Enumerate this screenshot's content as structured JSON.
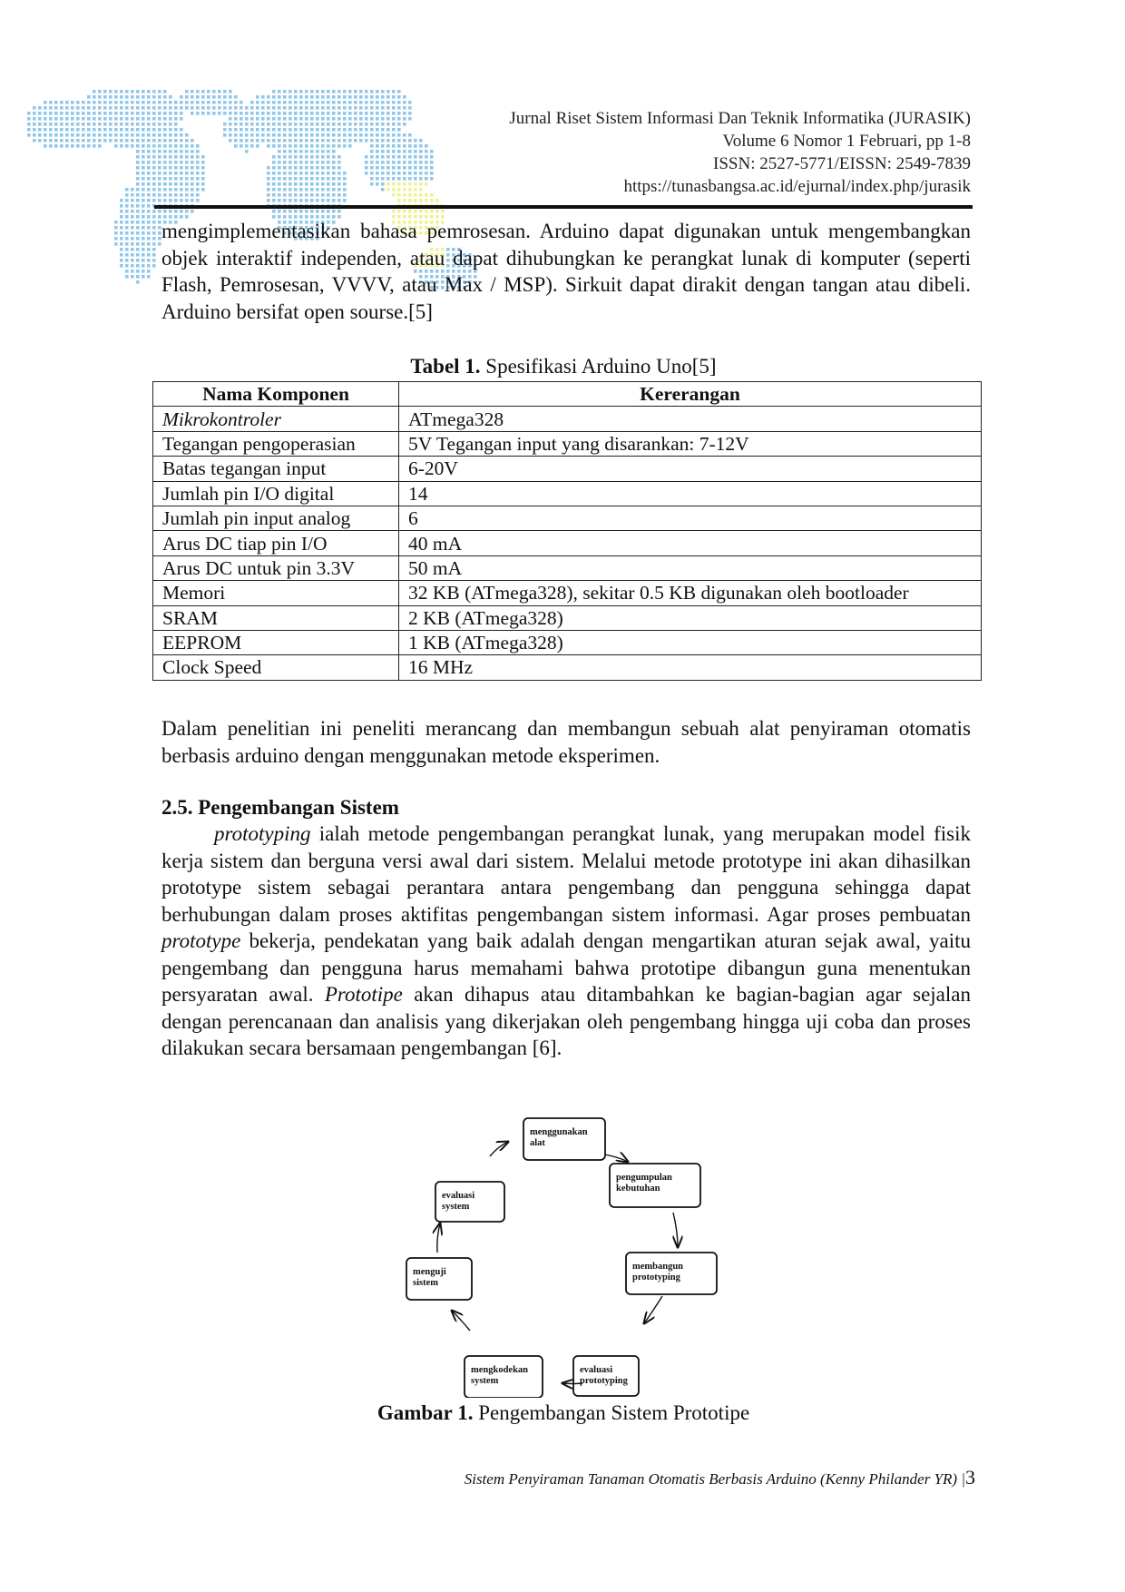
{
  "header": {
    "journal": "Jurnal Riset Sistem Informasi Dan Teknik Informatika (JURASIK)",
    "volume": "Volume 6 Nomor 1 Februari, pp 1-8",
    "issn": "ISSN: 2527-5771/EISSN: 2549-7839",
    "url": "https://tunasbangsa.ac.id/ejurnal/index.php/jurasik"
  },
  "intro_paragraph": "mengimplementasikan bahasa pemrosesan. Arduino dapat digunakan untuk mengembangkan objek interaktif independen, atau dapat dihubungkan ke perangkat lunak di komputer (seperti Flash, Pemrosesan, VVVV, atau Max / MSP). Sirkuit dapat dirakit dengan tangan atau dibeli. Arduino bersifat open sourse.[5]",
  "table": {
    "caption_label": "Tabel 1.",
    "caption_text": " Spesifikasi Arduino Uno[5]",
    "headers": [
      "Nama Komponen",
      "Kererangan"
    ],
    "rows": [
      [
        "Mikrokontroler",
        "ATmega328"
      ],
      [
        "Tegangan pengoperasian",
        "5V Tegangan input yang disarankan: 7-12V"
      ],
      [
        "Batas tegangan input",
        "6-20V"
      ],
      [
        "Jumlah pin I/O digital",
        "14"
      ],
      [
        "Jumlah pin input analog",
        "6"
      ],
      [
        "Arus DC tiap pin I/O",
        "40 mA"
      ],
      [
        "Arus DC untuk pin 3.3V",
        "50 mA"
      ],
      [
        "Memori",
        "32 KB (ATmega328), sekitar 0.5 KB digunakan oleh bootloader"
      ],
      [
        "SRAM",
        "2 KB (ATmega328)"
      ],
      [
        "EEPROM",
        "1 KB (ATmega328)"
      ],
      [
        "Clock Speed",
        "16 MHz"
      ]
    ]
  },
  "paragraph_2": "Dalam penelitian ini peneliti merancang dan membangun sebuah alat penyiraman otomatis berbasis arduino dengan menggunakan metode eksperimen.",
  "section_heading": "2.5. Pengembangan Sistem",
  "paragraph_3": {
    "s1_em": "prototyping",
    "s1": " ialah metode pengembangan perangkat lunak, yang merupakan model fisik kerja sistem dan berguna versi awal dari sistem. Melalui metode prototype ini akan dihasilkan prototype sistem sebagai perantara antara pengembang dan pengguna sehingga dapat berhubungan dalam proses aktifitas pengembangan sistem informasi. Agar proses pembuatan ",
    "s2_em": "prototype",
    "s2": " bekerja, pendekatan yang baik adalah dengan mengartikan aturan sejak awal, yaitu pengembang dan pengguna harus memahami bahwa prototipe dibangun guna menentukan persyaratan awal. ",
    "s3_em": "Prototipe",
    "s3": " akan dihapus atau ditambahkan ke bagian-bagian agar sejalan dengan perencanaan dan analisis yang dikerjakan oleh pengembang hingga uji coba dan proses dilakukan secara bersamaan pengembangan [6]."
  },
  "diagram": {
    "nodes": [
      {
        "line1": "menggunakan",
        "line2": "alat"
      },
      {
        "line1": "pengumpulan",
        "line2": "kebutuhan"
      },
      {
        "line1": "membangun",
        "line2": "prototyping"
      },
      {
        "line1": "evaluasi",
        "line2": "prototyping"
      },
      {
        "line1": "mengkodekan",
        "line2": "system"
      },
      {
        "line1": "menguji",
        "line2": "sistem"
      },
      {
        "line1": "evaluasi",
        "line2": "system"
      }
    ]
  },
  "figure_caption": {
    "label": "Gambar 1.",
    "text": " Pengembangan Sistem Prototipe"
  },
  "footer": {
    "text": "Sistem Penyiraman Tanaman Otomatis Berbasis Arduino (Kenny Philander YR) |",
    "page": "3"
  },
  "colors": {
    "map_dots": "#6fb4e3",
    "map_highlight": "#e8ee70"
  }
}
